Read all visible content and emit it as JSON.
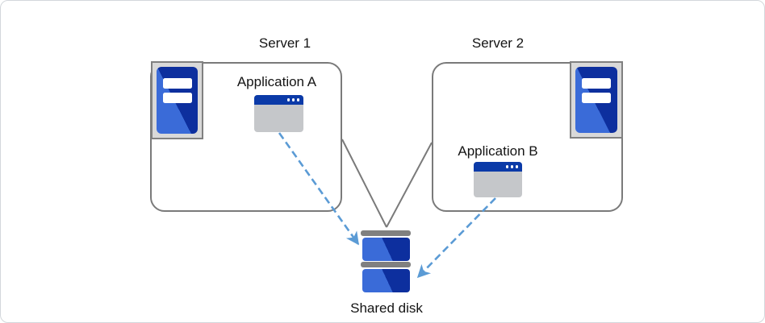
{
  "servers": [
    {
      "id": "server1",
      "label": "Server 1",
      "icon": "server-tower-icon",
      "application": {
        "label": "Application A",
        "icon": "app-window-icon"
      }
    },
    {
      "id": "server2",
      "label": "Server 2",
      "icon": "server-tower-icon",
      "application": {
        "label": "Application B",
        "icon": "app-window-icon"
      }
    }
  ],
  "shared_disk": {
    "label": "Shared disk",
    "icon": "shared-disk-icon"
  },
  "connections": [
    {
      "from": "server1",
      "to": "shared_disk",
      "style": "solid",
      "color": "#7a7a7a"
    },
    {
      "from": "server2",
      "to": "shared_disk",
      "style": "solid",
      "color": "#7a7a7a"
    },
    {
      "from": "application_a",
      "to": "shared_disk",
      "style": "dashed-arrow",
      "color": "#5b9bd5"
    },
    {
      "from": "application_b",
      "to": "shared_disk",
      "style": "dashed-arrow",
      "color": "#5b9bd5"
    }
  ],
  "colors": {
    "blue_light": "#3a6bd8",
    "blue_dark": "#0d2f9e",
    "titlebar_blue": "#0b3aa8",
    "icon_box_gray": "#d9d9d9",
    "line_gray": "#7a7a7a",
    "disk_bar_gray": "#808080",
    "arrow_blue": "#5b9bd5",
    "canvas_border": "#d3d7db"
  }
}
